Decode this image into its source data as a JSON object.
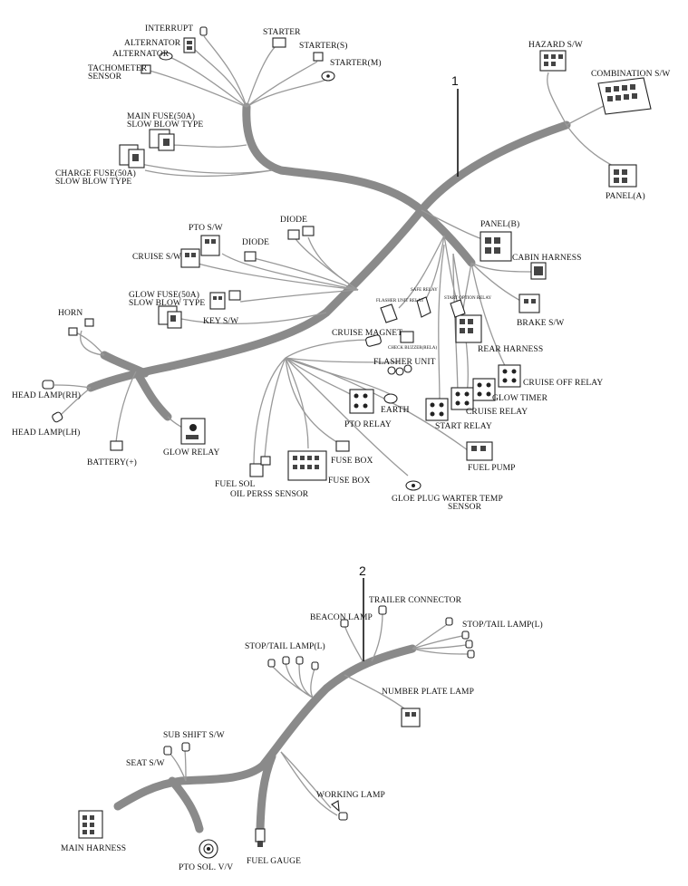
{
  "diagram1": {
    "callout": "1",
    "labels": {
      "interrupt": "INTERRUPT",
      "alternator1": "ALTERNATOR",
      "alternator2": "ALTERNATOR",
      "tachometer1": "TACHOMETER",
      "tachometer2": "SENSOR",
      "starter": "STARTER",
      "starter_s": "STARTER(S)",
      "starter_m": "STARTER(M)",
      "main_fuse1": "MAIN FUSE(50A)",
      "main_fuse2": "SLOW BLOW TYPE",
      "charge_fuse1": "CHARGE FUSE(50A)",
      "charge_fuse2": "SLOW BLOW TYPE",
      "hazard": "HAZARD S/W",
      "combination": "COMBINATION S/W",
      "panel_a": "PANEL(A)",
      "panel_b": "PANEL(B)",
      "cabin_harness": "CABIN HARNESS",
      "pto_sw": "PTO S/W",
      "diode1": "DIODE",
      "diode2": "DIODE",
      "cruise_sw": "CRUISE S/W",
      "glow_fuse1": "GLOW FUSE(50A)",
      "glow_fuse2": "SLOW BLOW TYPE",
      "key_sw": "KEY S/W",
      "horn": "HORN",
      "safe_relay": "SAFE RELAY",
      "flasher_unit_relay": "FLASHER UNIT RELAY",
      "start_option_relay": "START OPTION RELAY",
      "brake_sw": "BRAKE S/W",
      "rear_harness": "REAR HARNESS",
      "cruise_magnet": "CRUISE MAGNET",
      "check_buzzer": "CHECK BUZZER(RELA)",
      "flasher_unit": "FLASHER UNIT",
      "cruise_off_relay": "CRUISE OFF RELAY",
      "glow_timer": "GLOW TIMER",
      "cruise_relay": "CRUISE RELAY",
      "start_relay": "START RELAY",
      "earth": "EARTH",
      "pto_relay": "PTO RELAY",
      "head_lamp_rh": "HEAD LAMP(RH)",
      "head_lamp_lh": "HEAD LAMP(LH)",
      "glow_relay": "GLOW RELAY",
      "battery": "BATTERY(+)",
      "fuel_sol": "FUEL SOL",
      "oil_press": "OIL PERSS SENSOR",
      "fuse_box1": "FUSE BOX",
      "fuse_box2": "FUSE BOX",
      "fuel_pump": "FUEL PUMP",
      "gloe_plug1": "GLOE PLUG WARTER TEMP",
      "gloe_plug2": "SENSOR"
    }
  },
  "diagram2": {
    "callout": "2",
    "labels": {
      "trailer_connector": "TRAILER CONNECTOR",
      "beacon_lamp": "BEACON LAMP",
      "stop_tail_right": "STOP/TAIL LAMP(L)",
      "stop_tail_left": "STOP/TAIL LAMP(L)",
      "number_plate": "NUMBER PLATE  LAMP",
      "sub_shift": "SUB SHIFT S/W",
      "seat_sw": "SEAT S/W",
      "working_lamp": "WORKING LAMP",
      "main_harness": "MAIN HARNESS",
      "pto_sol": "PTO SOL. V/V",
      "fuel_gauge": "FUEL GAUGE"
    }
  }
}
